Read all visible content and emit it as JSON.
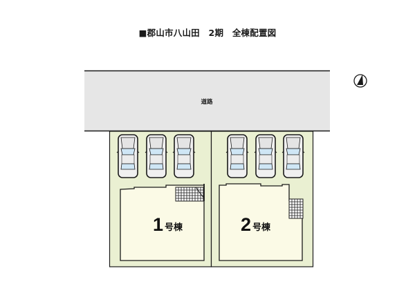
{
  "title": "■郡山市八山田　2期　全棟配置図",
  "road": {
    "label": "道路"
  },
  "compass": {
    "icon": "north-arrow-icon"
  },
  "lots": [
    {
      "number": "1",
      "suffix": "号棟",
      "parking_spaces": 3
    },
    {
      "number": "2",
      "suffix": "号棟",
      "parking_spaces": 3
    }
  ],
  "colors": {
    "road_fill": "#e6e6e6",
    "lot_fill": "#eaf0d2",
    "building_fill": "#fbfae6",
    "car_body": "#f0f0f0",
    "car_glass": "#cfe6f5",
    "outline": "#1a1a1a"
  }
}
